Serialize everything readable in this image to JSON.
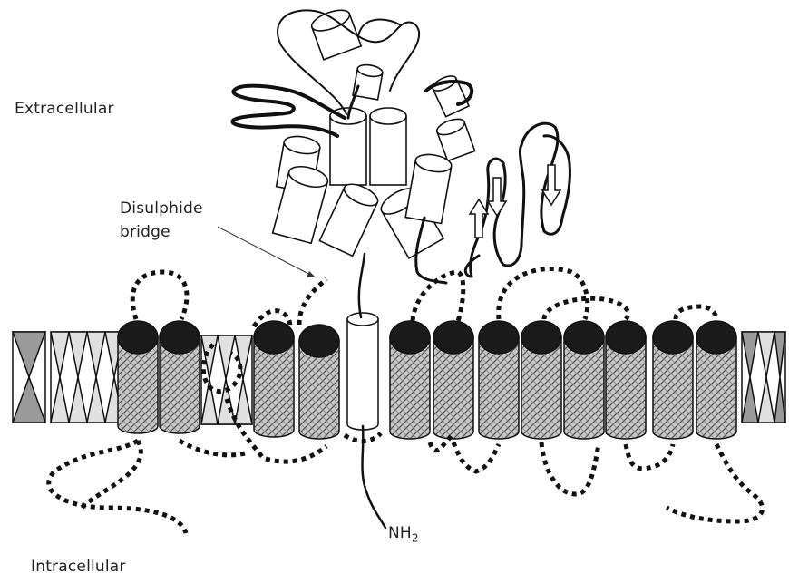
{
  "labels": {
    "extracellular": "Extracellular",
    "intracellular": "Intracellular",
    "disulphide_line1": "Disulphide",
    "disulphide_line2": "bridge",
    "nh2_main": "NH",
    "nh2_sub": "2"
  },
  "colors": {
    "helix_cap": "#1a1a1a",
    "helix_fill_pattern": "#7a7a7a",
    "lipid_light": "#e4e4e4",
    "lipid_dark": "#9a9a9a",
    "outline": "#111111"
  }
}
